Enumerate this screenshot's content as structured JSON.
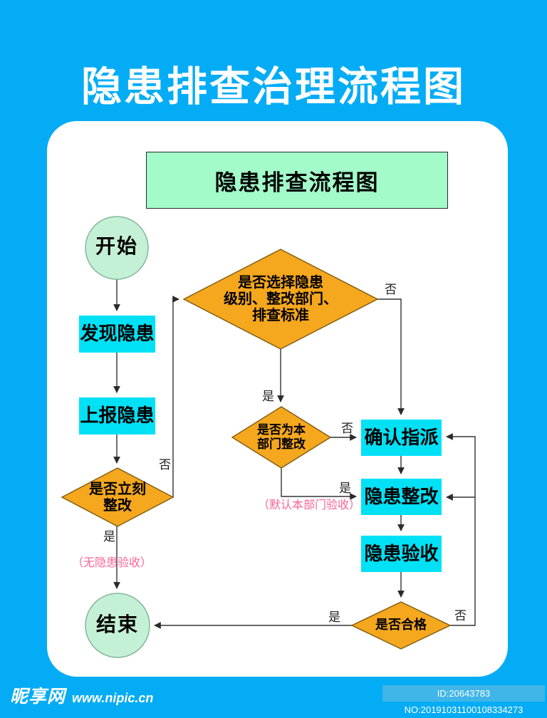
{
  "page": {
    "title": "隐患排查治理流程图"
  },
  "banner": {
    "text": "隐患排查流程图"
  },
  "flowchart": {
    "nodes": {
      "start": {
        "label": "开始"
      },
      "find": {
        "label": "发现隐患"
      },
      "report": {
        "label": "上报隐患"
      },
      "immediate": {
        "line1": "是否立刻",
        "line2": "整改"
      },
      "select": {
        "line1": "是否选择隐患",
        "line2": "级别、整改部门、",
        "line3": "排查标准"
      },
      "own_dept": {
        "line1": "是否为本",
        "line2": "部门整改"
      },
      "assign": {
        "label": "确认指派"
      },
      "rectify": {
        "label": "隐患整改"
      },
      "accept": {
        "label": "隐患验收"
      },
      "qualified": {
        "label": "是否合格"
      },
      "end": {
        "label": "结束"
      }
    },
    "edge_labels": {
      "yes": "是",
      "no": "否",
      "note_no_hidden": "（无隐患验收）",
      "note_default_dept": "（默认本部门验收）"
    }
  },
  "footer": {
    "site_name": "昵享网",
    "site_url": "www.nipic.cn",
    "id_text": "ID:20643783 NO:20191031100108334273"
  },
  "colors": {
    "page_bg": "#04acf5",
    "card_bg": "#ffffff",
    "banner_bg": "#a2fbc9",
    "terminal_fill": "#c4f1d5",
    "terminal_stroke": "#85b69a",
    "process_fill": "#00e1f6",
    "decision_fill": "#f5a71e",
    "decision_stroke": "#7d5c0e",
    "line": "#333333",
    "note_pink": "#fb6496",
    "badge_bg": "#3fb5e8",
    "title_color": "#ffffff"
  }
}
